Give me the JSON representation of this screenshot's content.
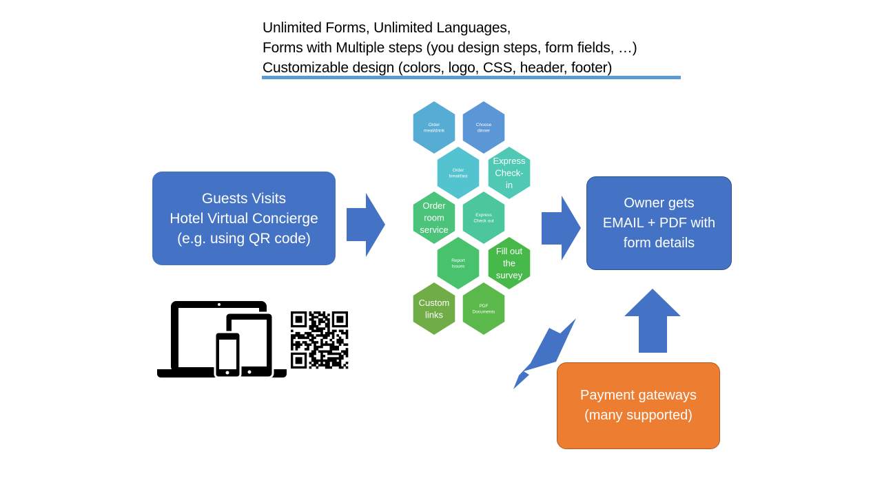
{
  "header": {
    "lines": [
      "Unlimited Forms, Unlimited Languages,",
      "Forms with Multiple steps (you design steps, form fields, …)",
      "Customizable design (colors, logo, CSS, header, footer)"
    ],
    "underline_color": "#5b9bd5"
  },
  "guest_box": {
    "lines": [
      "Guests Visits",
      "Hotel Virtual Concierge",
      "(e.g. using QR code)"
    ],
    "color": "#4472c4"
  },
  "owner_box": {
    "lines": [
      "Owner gets",
      "EMAIL + PDF with",
      "form details"
    ],
    "color": "#4472c4"
  },
  "payment_box": {
    "lines": [
      "Payment gateways",
      "(many supported)"
    ],
    "color": "#ed7d31"
  },
  "hexagons": [
    {
      "lines": [
        "Order",
        "meal/drink"
      ],
      "size": "small",
      "color": "#56acd2"
    },
    {
      "lines": [
        "Choose",
        "dinner"
      ],
      "size": "small",
      "color": "#5b96d6"
    },
    {
      "lines": [
        "Order",
        "breakfast"
      ],
      "size": "small",
      "color": "#52c3cf"
    },
    {
      "lines": [
        "Express",
        "Check-",
        "in"
      ],
      "size": "large",
      "color": "#4fc9b4"
    },
    {
      "lines": [
        "Order",
        "room",
        "service"
      ],
      "size": "large",
      "color": "#4cc37a"
    },
    {
      "lines": [
        "Express",
        "Check out"
      ],
      "size": "small",
      "color": "#4cc79d"
    },
    {
      "lines": [
        "Report",
        "Issues"
      ],
      "size": "small",
      "color": "#48c26d"
    },
    {
      "lines": [
        "Fill out",
        "the",
        "survey"
      ],
      "size": "large",
      "color": "#47b84a"
    },
    {
      "lines": [
        "Custom",
        "links"
      ],
      "size": "large",
      "color": "#70ad47"
    },
    {
      "lines": [
        "PDF",
        "Documents"
      ],
      "size": "small",
      "color": "#5bb84a"
    }
  ],
  "icons": {
    "devices": "devices-icon",
    "qr": "qr-code-icon",
    "arrow_color": "#4472c4"
  }
}
